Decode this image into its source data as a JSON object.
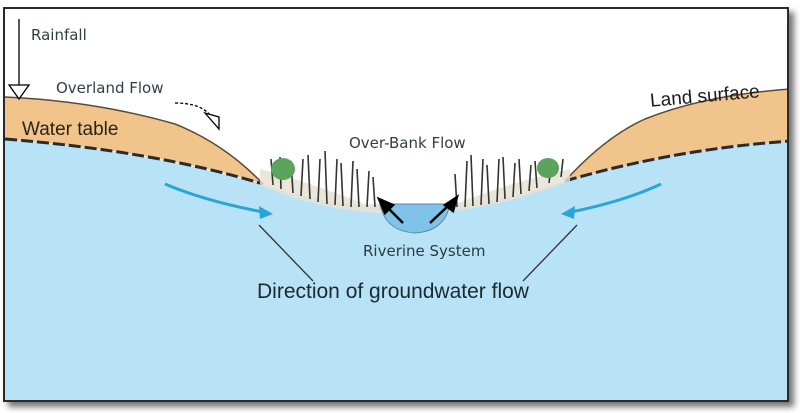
{
  "diagram": {
    "title": "Riverine groundwater flow cross-section",
    "labels": {
      "rainfall": "Rainfall",
      "overland_flow": "Overland Flow",
      "water_table": "Water table",
      "land_surface": "Land surface",
      "over_bank_flow": "Over-Bank Flow",
      "riverine_system": "Riverine System",
      "groundwater_direction": "Direction of groundwater flow"
    },
    "colors": {
      "groundwater": "#b8e2f6",
      "soil": "#f1c48c",
      "river": "#7fc3e8",
      "flow_arrow": "#2aa6d6",
      "vegetation": "#5aa45c",
      "outline": "#3a3a3a"
    }
  }
}
